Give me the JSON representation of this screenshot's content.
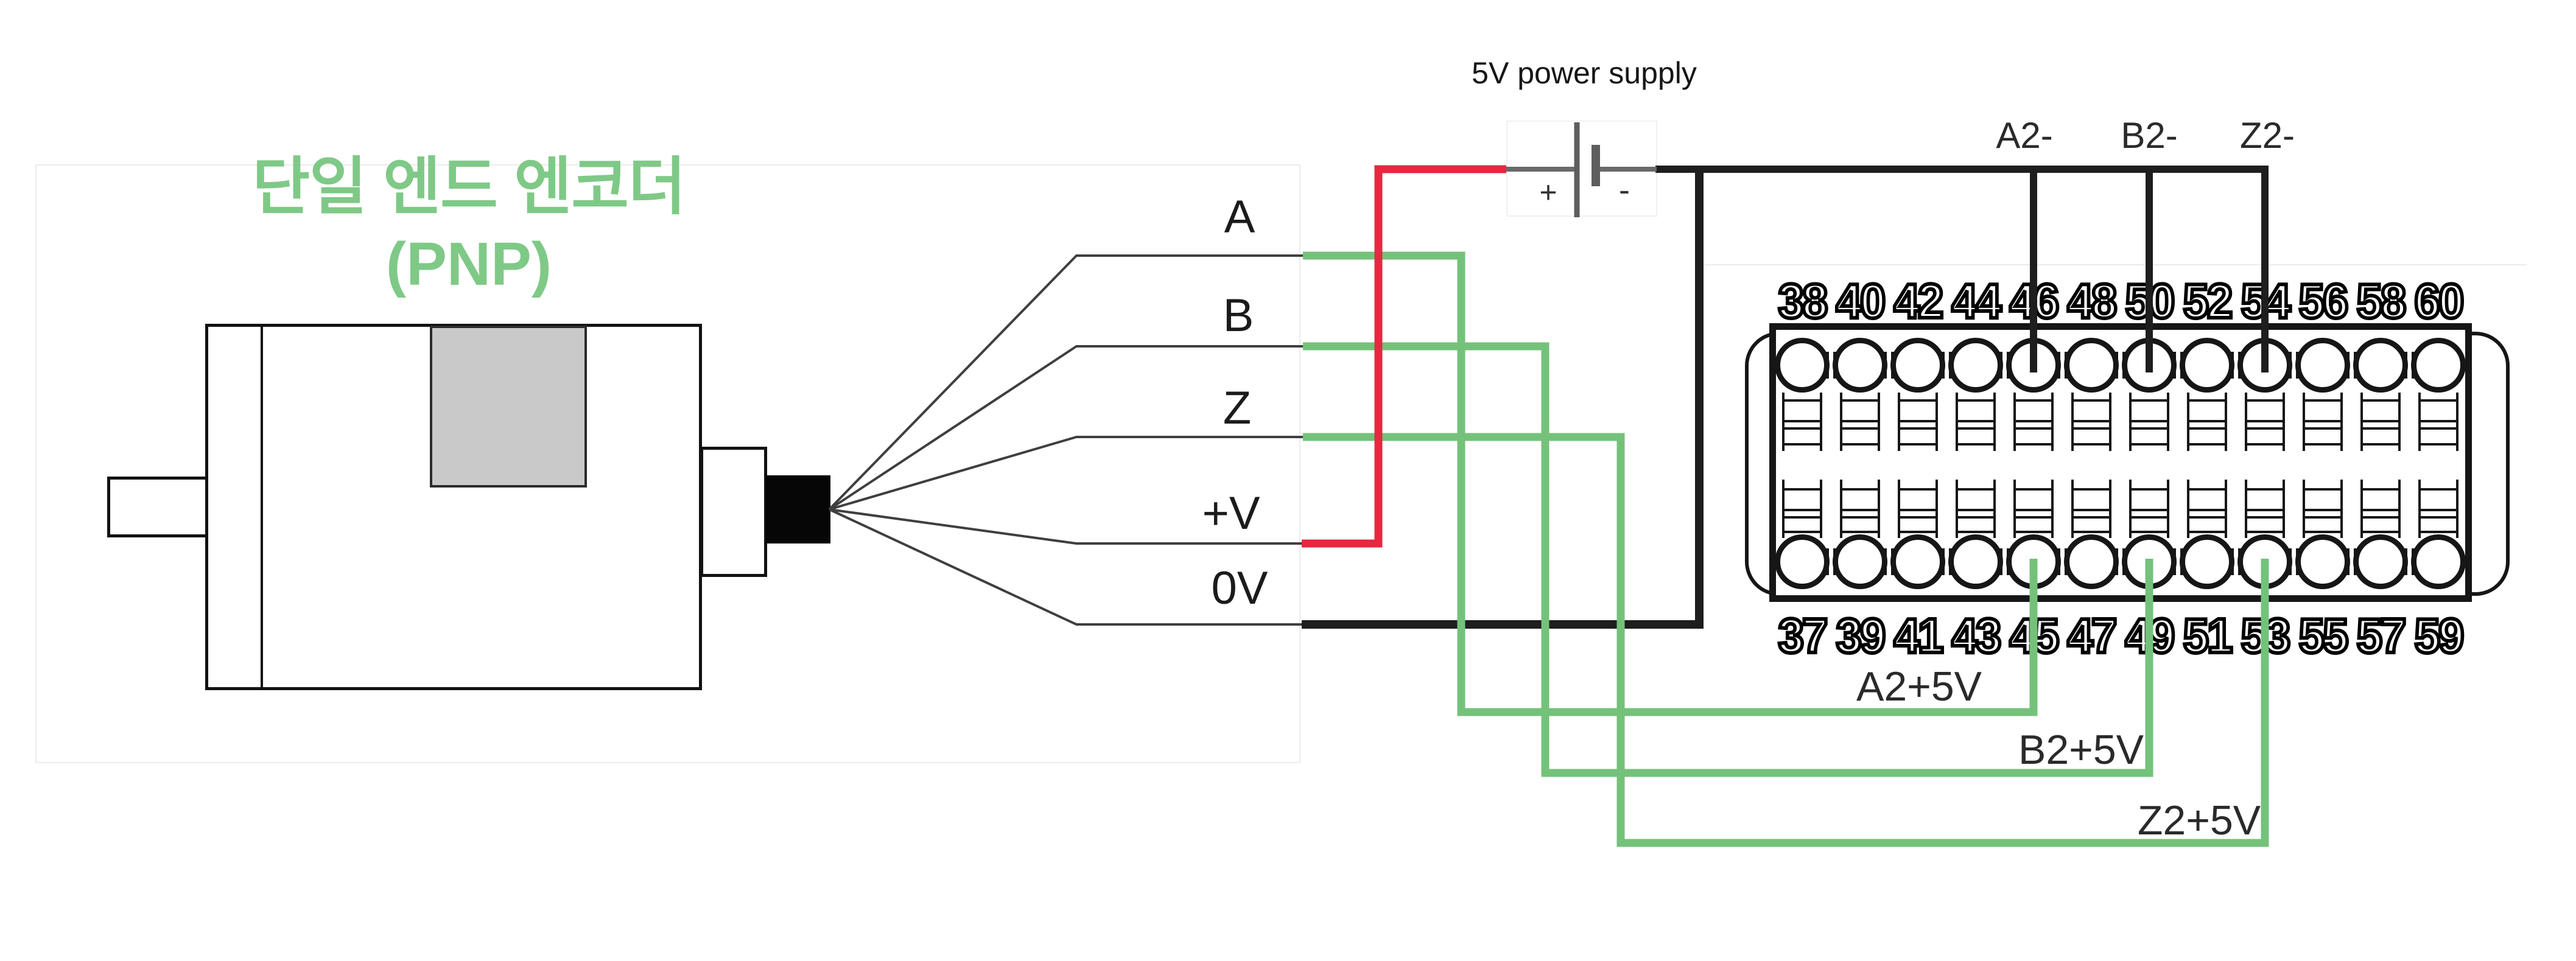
{
  "title": {
    "line1": "단일 엔드 엔코더",
    "line2": "(PNP)"
  },
  "power_supply": {
    "label": "5V power supply",
    "plus_sign": "+",
    "minus_sign": "-"
  },
  "encoder": {
    "wire_labels": [
      "A",
      "B",
      "Z",
      "+V",
      "0V"
    ]
  },
  "terminal_block": {
    "pins_top": [
      "38",
      "40",
      "42",
      "44",
      "46",
      "48",
      "50",
      "52",
      "54",
      "56",
      "58",
      "60"
    ],
    "pins_bottom": [
      "37",
      "39",
      "41",
      "43",
      "45",
      "47",
      "49",
      "51",
      "53",
      "55",
      "57",
      "59"
    ]
  },
  "connections": {
    "top_labels": [
      "A2-",
      "B2-",
      "Z2-"
    ],
    "top_pins": [
      "46",
      "50",
      "54"
    ],
    "bottom_labels": [
      "A2+5V",
      "B2+5V",
      "Z2+5V"
    ],
    "bottom_pins": [
      "45",
      "49",
      "53"
    ]
  },
  "colors": {
    "title_green": "#7fc987",
    "wire_green": "#74c27a",
    "wire_red": "#e62840",
    "wire_black": "#1e1e1e",
    "thin_line": "#3f3f3f",
    "battery_gray": "#5e5e5e",
    "motor_gray_fill": "#c9c9c9"
  }
}
